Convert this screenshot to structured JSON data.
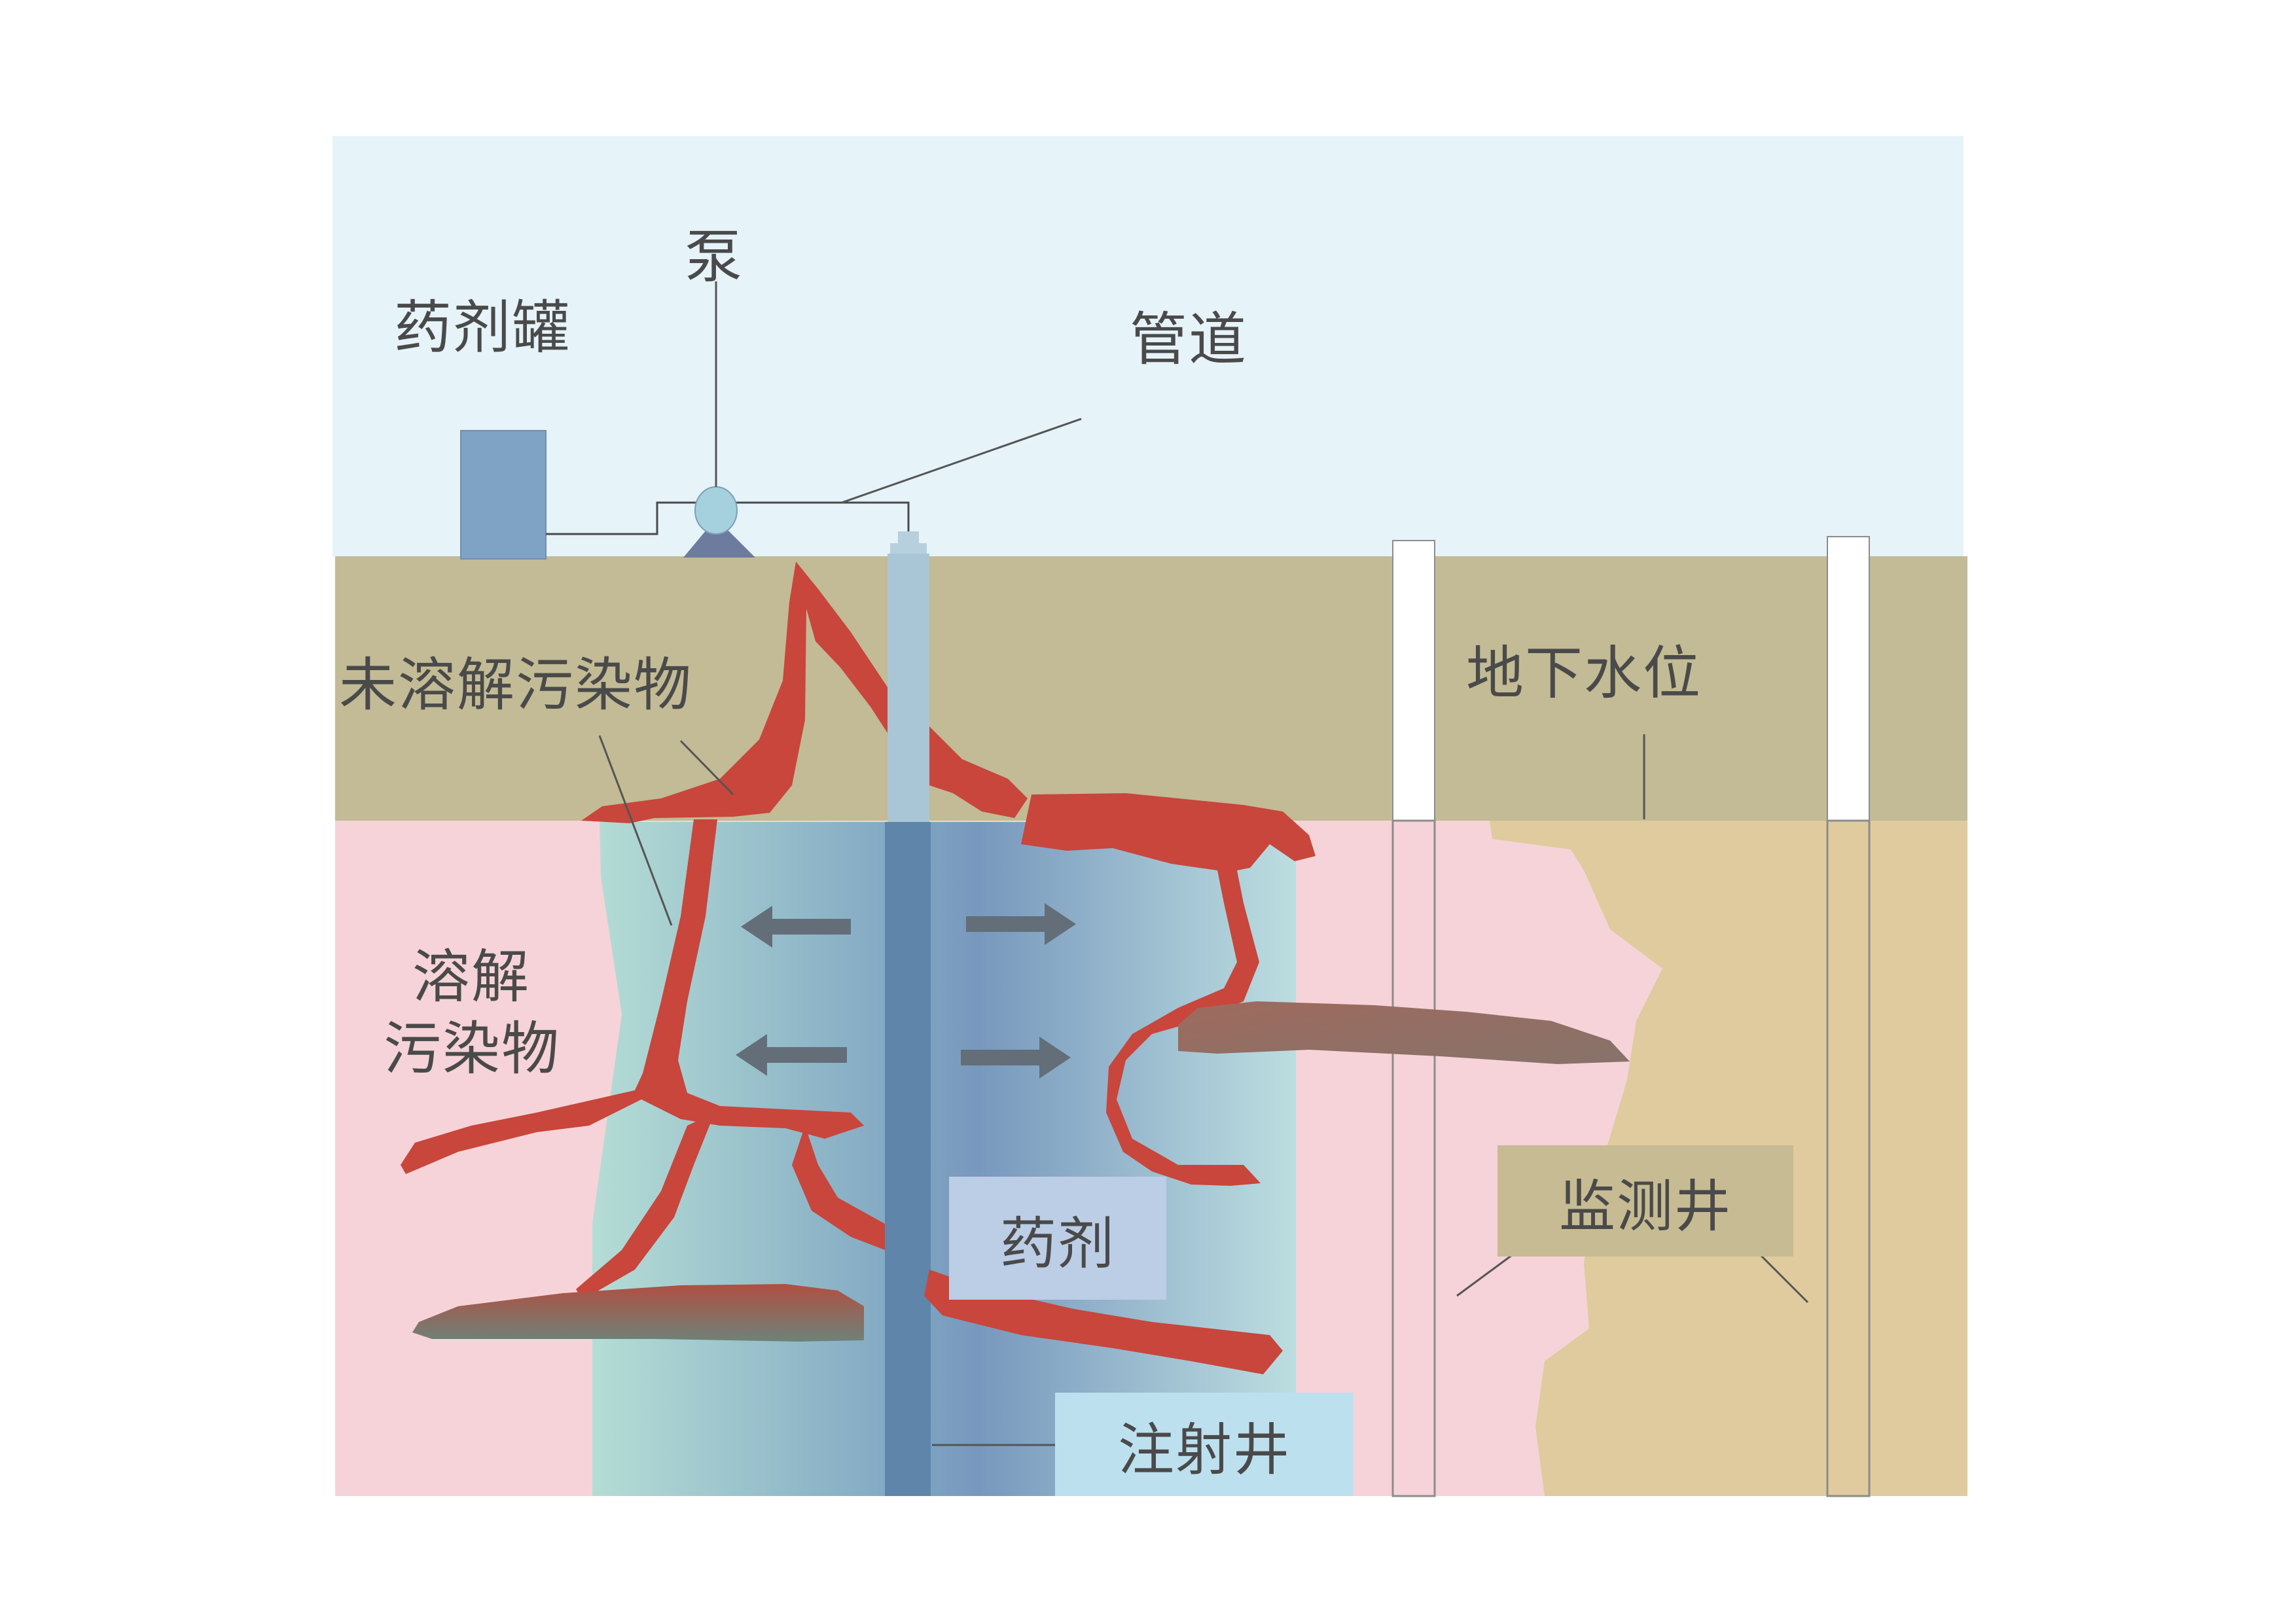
{
  "labels": {
    "tank": "药剂罐",
    "pump": "泵",
    "pipe": "管道",
    "undissolved": "未溶解污染物",
    "dissolved_line1": "溶解",
    "dissolved_line2": "污染物",
    "water_table": "地下水位",
    "monitoring_well": "监测井",
    "reagent": "药剂",
    "injection_well": "注射井"
  },
  "colors": {
    "sky": "#e6f3f9",
    "soil_unsaturated": "#c2bb95",
    "saturated_zone": "#f6d3d8",
    "sand_zone": "#dfcb9d",
    "contaminant": "#c8463c",
    "injection_plume": "#7fa7c2",
    "well_casing": "#a9c6d6",
    "arrow": "#636e79",
    "tank": "#7fa3c4",
    "reagent_box": "#bccde6",
    "injection_well_box": "#bde0ee",
    "monitoring_box": "#c6bb92"
  }
}
